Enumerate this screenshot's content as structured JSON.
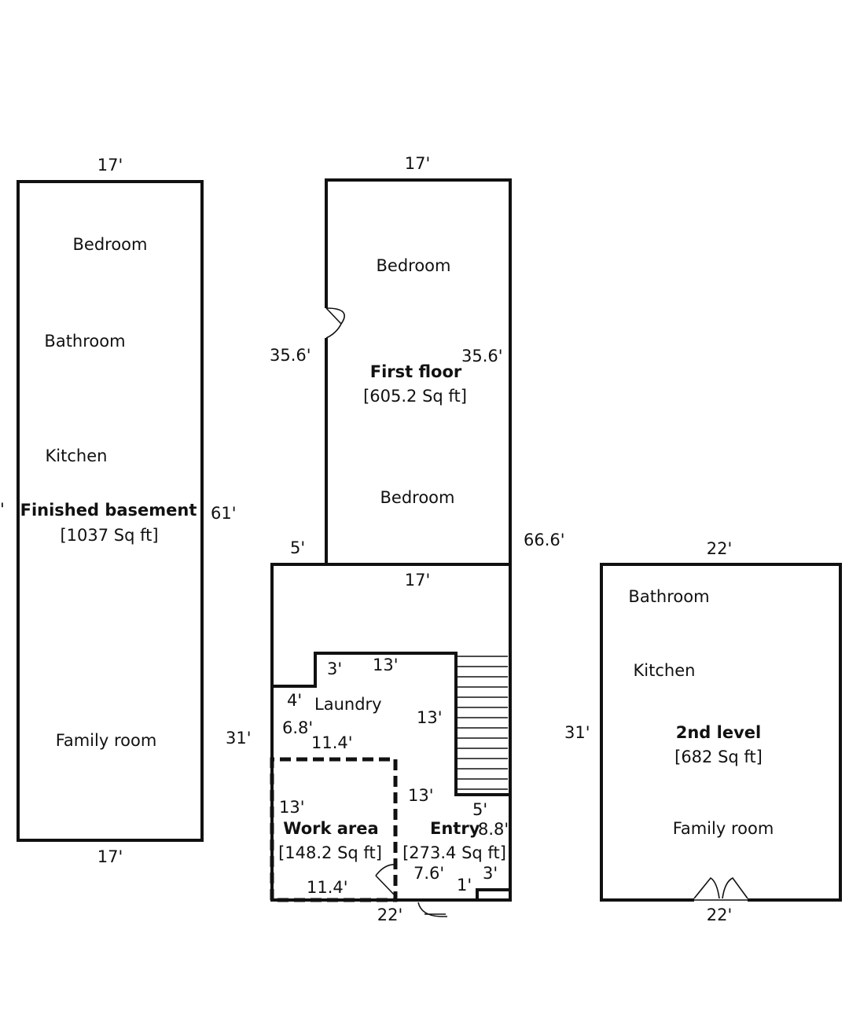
{
  "floors": {
    "basement": {
      "title": "Finished basement",
      "area": "[1037 Sq ft]",
      "rooms": [
        "Bedroom",
        "Bathroom",
        "Kitchen",
        "Family room"
      ],
      "dims": {
        "top": "17'",
        "bottom": "17'",
        "right": "61'",
        "left_cut": "'"
      }
    },
    "first_floor": {
      "title": "First floor",
      "area": "[605.2 Sq ft]",
      "rooms": [
        "Bedroom",
        "Bedroom"
      ],
      "dims": {
        "top": "17'",
        "left": "35.6'",
        "right": "35.6'",
        "outer": "66.6'",
        "step": "5'",
        "lower": "17'"
      }
    },
    "ground": {
      "laundry": {
        "label": "Laundry",
        "dims": {
          "a": "3'",
          "b": "13'",
          "c": "4'",
          "d": "6.8'",
          "e": "11.4'",
          "f": "13'"
        }
      },
      "work_area": {
        "title": "Work area",
        "area": "[148.2 Sq ft]",
        "dims": {
          "side": "13'",
          "bottom": "11.4'"
        }
      },
      "entry": {
        "title": "Entry",
        "area": "[273.4 Sq ft]",
        "dims": {
          "a": "13'",
          "b": "5'",
          "c": "8.8'",
          "d": "7.6'",
          "e": "1'",
          "f": "3'"
        }
      },
      "dims": {
        "left": "31'",
        "bottom": "22'"
      }
    },
    "second_level": {
      "title": "2nd level",
      "area": "[682 Sq ft]",
      "rooms": [
        "Bathroom",
        "Kitchen",
        "Family room"
      ],
      "dims": {
        "top": "22'",
        "bottom": "22'",
        "left": "31'"
      }
    }
  }
}
